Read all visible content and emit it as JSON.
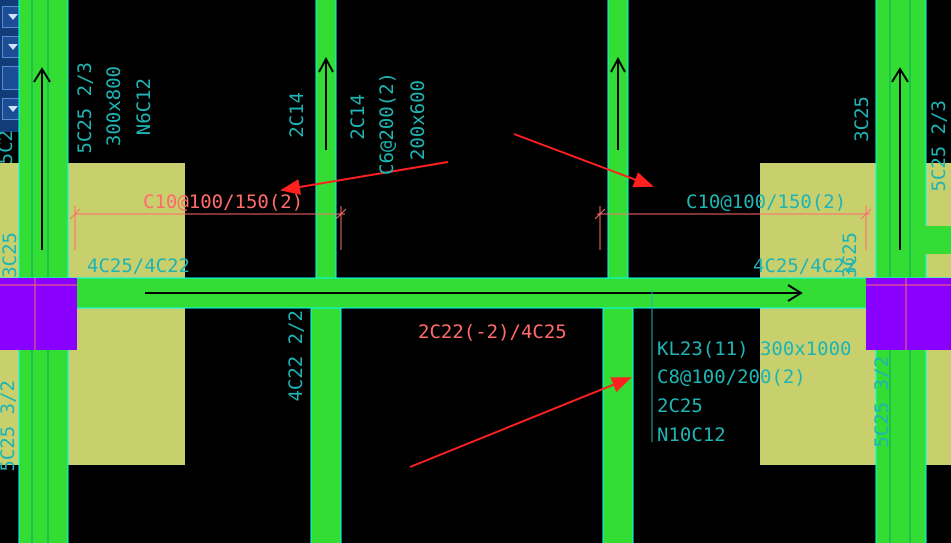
{
  "colors": {
    "background": "#000000",
    "beam_fill": "#33dd33",
    "beam_edge": "#00ffff",
    "column_fill": "#8a00ff",
    "support_zone": "#c8d06e",
    "cyan_text": "#1fb4b4",
    "red_text": "#ff6a6a",
    "red_arrow": "#ff2020",
    "toolbar": "#123c78"
  },
  "toolbar": {
    "buttons": [
      {
        "icon": "chevron-down-icon"
      },
      {
        "icon": "chevron-down-icon"
      },
      {
        "icon": "blank"
      },
      {
        "icon": "chevron-down-icon"
      }
    ]
  },
  "labels": {
    "left_col_top_5c25": "5C25 2/3",
    "left_col_top_300x800": "300x800",
    "left_col_top_n6c12": "N6C12",
    "left_edge_5c2": "5C2",
    "left_edge_3c25": "3C25",
    "left_edge_5c25_bottom": "5C25 3/2",
    "sec_beam_a_2c14": "2C14",
    "sec_beam_a_2c14b": "2C14",
    "sec_beam_a_c6": "C6@200(2)",
    "sec_beam_a_200x600": "200x600",
    "left_stirrup": "C10@100/150(2)",
    "right_stirrup": "C10@100/150(2)",
    "left_top_bars": "4C25/4C22",
    "right_top_bars": "4C25/4C22",
    "right_3c25": "3C25",
    "right_col_top_3c25": "3C25",
    "right_col_top_5c25": "5C25 2/3",
    "right_col_bottom_5c25": "5C25 3/2",
    "bottom_bars": "2C22(-2)/4C25",
    "lower_beam_4c22": "4C22 2/2",
    "beam_name": "KL23(11) 300x1000",
    "beam_stirrup": "C8@100/200(2)",
    "beam_top": "2C25",
    "beam_side": "N10C12"
  }
}
